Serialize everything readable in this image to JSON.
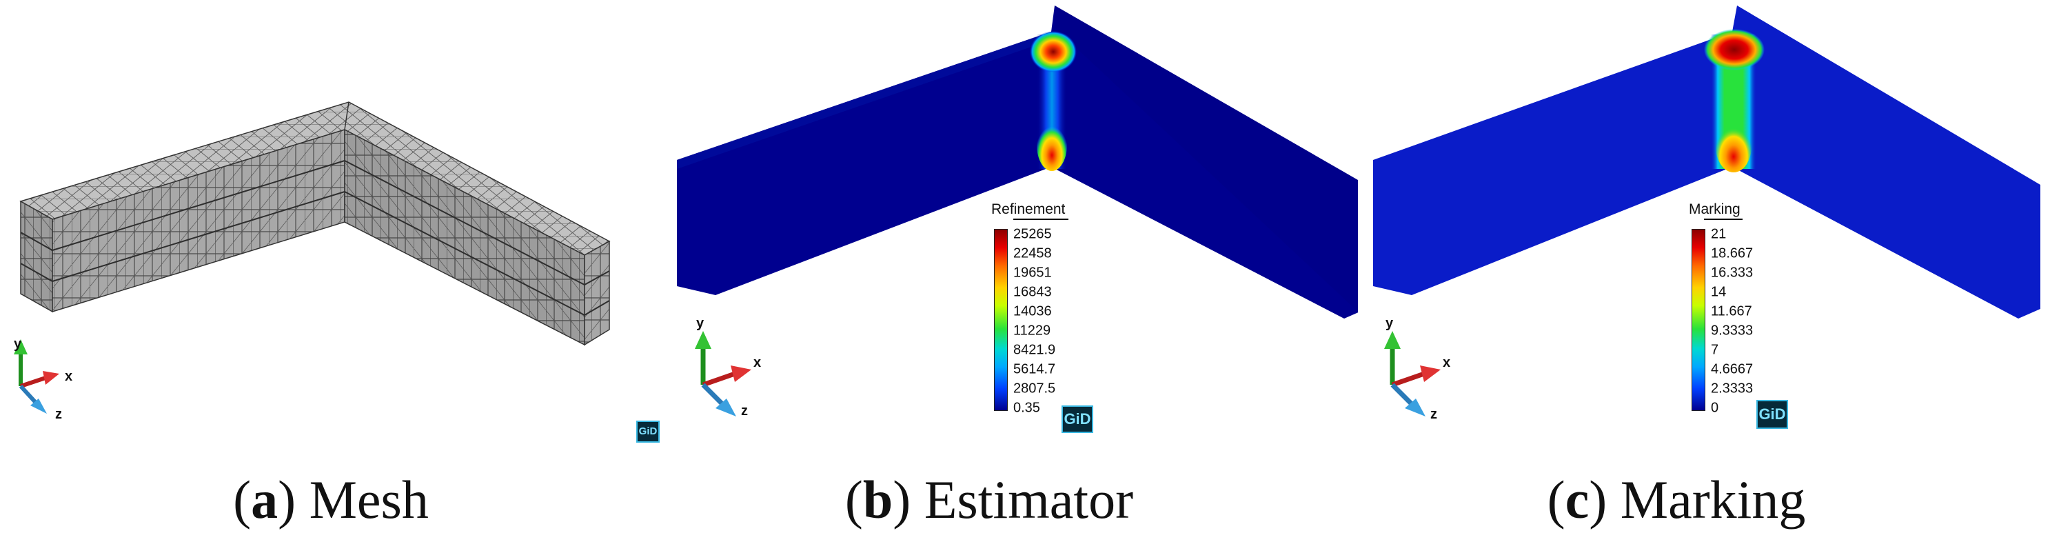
{
  "panels": [
    {
      "caption_letter": "a",
      "caption_text": " Mesh",
      "axis": {
        "x": "x",
        "y": "y",
        "z": "z"
      }
    },
    {
      "caption_letter": "b",
      "caption_text": " Estimator",
      "axis": {
        "x": "x",
        "y": "y",
        "z": "z"
      },
      "legend_title": "Refinement",
      "legend_values": [
        "25265",
        "22458",
        "19651",
        "16843",
        "14036",
        "11229",
        "8421.9",
        "5614.7",
        "2807.5",
        "0.35"
      ],
      "logo_small": "GiD",
      "logo": "GiD"
    },
    {
      "caption_letter": "c",
      "caption_text": " Marking",
      "axis": {
        "x": "x",
        "y": "y",
        "z": "z"
      },
      "legend_title": "Marking",
      "legend_values": [
        "21",
        "18.667",
        "16.333",
        "14",
        "11.667",
        "9.3333",
        "7",
        "4.6667",
        "2.3333",
        "0"
      ],
      "logo": "GiD"
    }
  ],
  "colors": {
    "mesh_top": "#bdbdbd",
    "mesh_front": "#a6a6a6",
    "mesh_side": "#9a9a9a",
    "field_dark": "#00008f",
    "field_mid": "#0a1cc8",
    "hot": "#e80000",
    "warm": "#ffd200",
    "green": "#28e23c",
    "cyan": "#00d9d2"
  }
}
